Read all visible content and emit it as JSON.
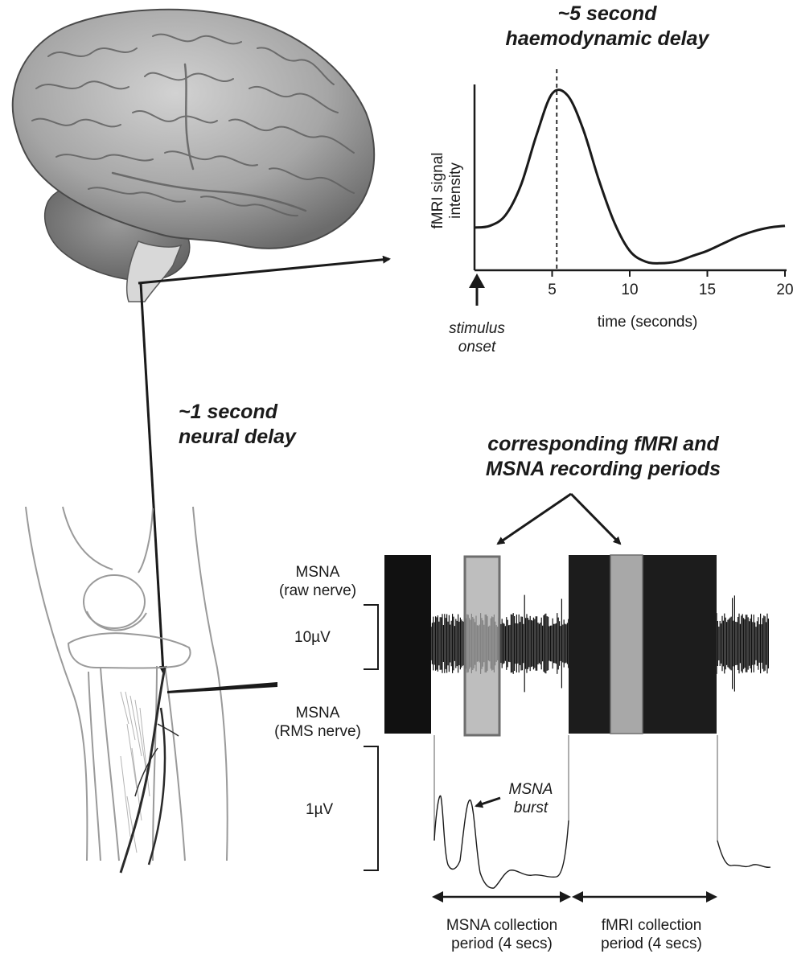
{
  "header": {
    "haemo_line1": "~5 second",
    "haemo_line2": "haemodynamic delay",
    "neural_line1": "~1 second",
    "neural_line2": "neural delay",
    "corresponding_line1": "corresponding fMRI and",
    "corresponding_line2": "MSNA recording periods"
  },
  "stimulus": {
    "line1": "stimulus",
    "line2": "onset"
  },
  "chart_data": {
    "type": "line",
    "title": "",
    "xlabel": "time (seconds)",
    "ylabel_line1": "fMRI signal",
    "ylabel_line2": "intensity",
    "xlim": [
      0,
      20
    ],
    "ylim": [
      0,
      1
    ],
    "xticks": [
      "5",
      "10",
      "15",
      "20"
    ],
    "x": [
      0,
      1,
      2,
      3,
      4,
      5,
      6,
      7,
      8,
      9,
      10,
      11,
      12,
      13,
      14,
      15,
      16,
      17,
      18,
      19,
      20
    ],
    "y": [
      0.23,
      0.24,
      0.3,
      0.47,
      0.75,
      0.98,
      0.97,
      0.78,
      0.5,
      0.26,
      0.1,
      0.04,
      0.03,
      0.04,
      0.07,
      0.1,
      0.14,
      0.18,
      0.21,
      0.23,
      0.24
    ],
    "vline_x": 5.3
  },
  "traces": {
    "raw_label_line1": "MSNA",
    "raw_label_line2": "(raw nerve)",
    "raw_scale": "10µV",
    "rms_label_line1": "MSNA",
    "rms_label_line2": "(RMS nerve)",
    "rms_scale": "1µV",
    "burst_line1": "MSNA",
    "burst_line2": "burst"
  },
  "periods": {
    "msna_line1": "MSNA collection",
    "msna_line2": "period (4 secs)",
    "fmri_line1": "fMRI collection",
    "fmri_line2": "period (4 secs)"
  },
  "colors": {
    "ink": "#1a1a1a",
    "brain": "#a9a9a9",
    "leg_line": "#9a9a9a",
    "grey_band": "#a8a8a8",
    "block": "#1c1c1c"
  }
}
